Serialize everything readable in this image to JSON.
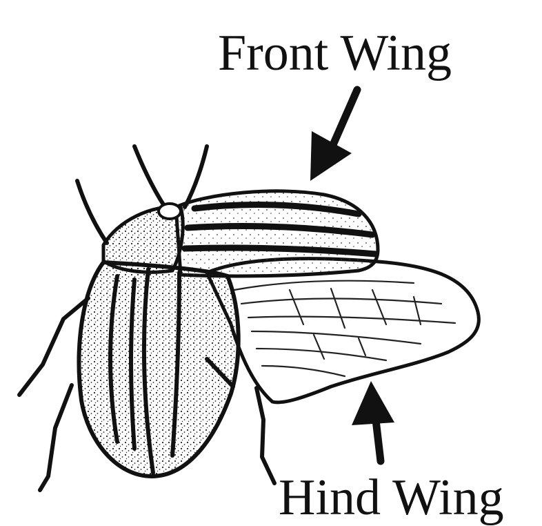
{
  "labels": {
    "front_wing": "Front Wing",
    "hind_wing": "Hind Wing"
  },
  "colors": {
    "ink": "#111111",
    "background": "#ffffff"
  },
  "icons": [
    "beetle-illustration",
    "front-wing-arrow-icon",
    "hind-wing-arrow-icon"
  ]
}
